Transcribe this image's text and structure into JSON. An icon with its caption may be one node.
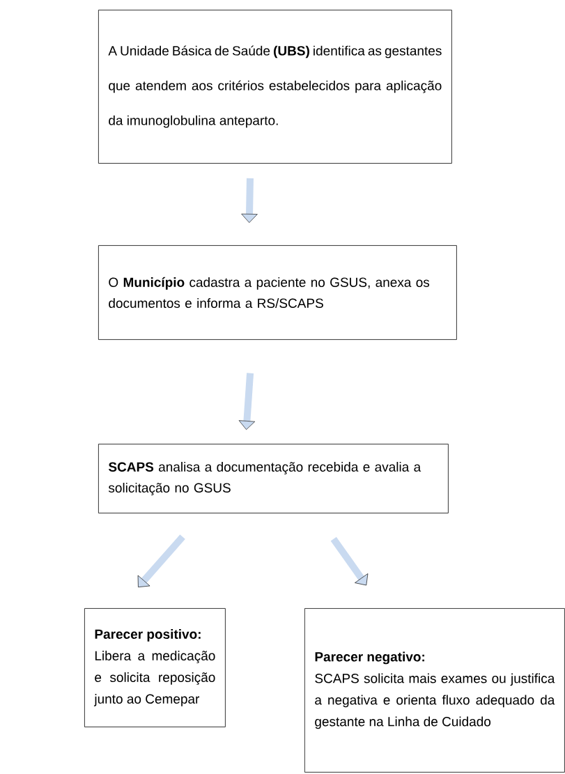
{
  "diagram": {
    "nodes": [
      {
        "text": [
          "A Unidade Básica de Saúde **(UBS)** identifica as gestantes que atendem aos critérios estabelecidos para aplicação da imunoglobulina anteparto."
        ]
      },
      {
        "text": [
          "O **Município** cadastra a paciente no GSUS, anexa os documentos e informa a RS/SCAPS"
        ]
      },
      {
        "text": [
          "**SCAPS** analisa a documentação recebida e avalia a solicitação no GSUS"
        ]
      },
      {
        "text": [
          "Parecer positivo:",
          "Libera a medicação e solicita reposição junto ao Cemepar"
        ]
      },
      {
        "text": [
          "Parecer negativo:",
          "SCAPS solicita mais exames ou justifica a negativa e orienta fluxo adequado da gestante na Linha de Cuidado"
        ]
      }
    ],
    "edges": [
      {
        "from": 0,
        "to": 1,
        "arrow": "to"
      },
      {
        "from": 1,
        "to": 2,
        "arrow": "to"
      },
      {
        "from": 2,
        "to": 3,
        "arrow": "to"
      },
      {
        "from": 2,
        "to": 4,
        "arrow": "to"
      }
    ]
  }
}
